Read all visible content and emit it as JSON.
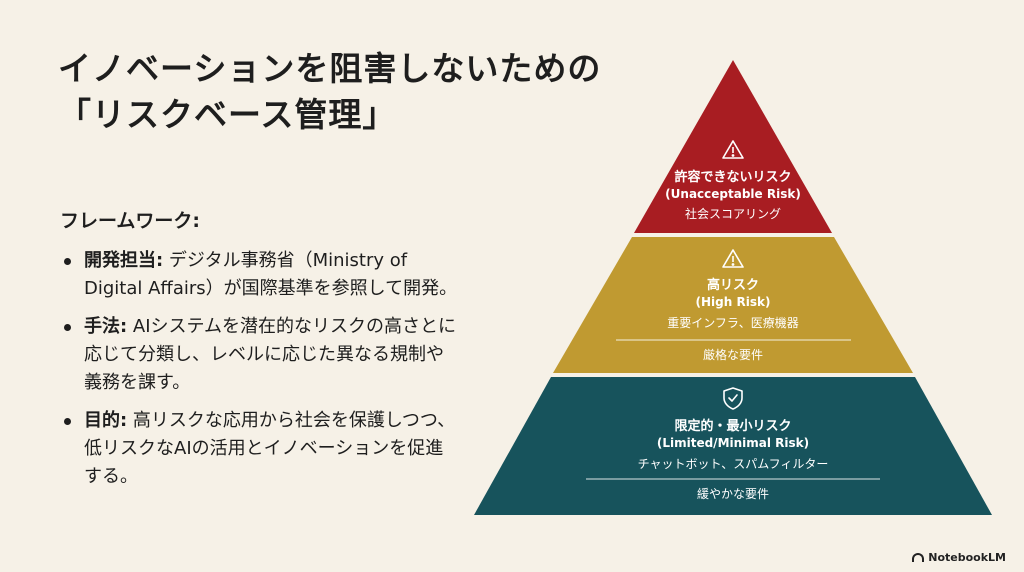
{
  "title": {
    "line1": "イノベーションを阻害しないための",
    "line2": "「リスクベース管理」"
  },
  "framework": {
    "heading": "フレームワーク:",
    "bullets": [
      {
        "label": "開発担当:",
        "text": " デジタル事務省（Ministry of Digital Affairs）が国際基準を参照して開発。"
      },
      {
        "label": "手法:",
        "text": " AIシステムを潜在的なリスクの高さとに応じて分類し、レベルに応じた異なる規制や義務を課す。"
      },
      {
        "label": "目的:",
        "text": " 高リスクな応用から社会を保護しつつ、低リスクなAIの活用とイノベーションを促進する。"
      }
    ]
  },
  "pyramid": {
    "tiers": [
      {
        "name": "許容できないリスク",
        "name_en": "(Unacceptable Risk)",
        "example": "社会スコアリング",
        "requirement": "",
        "icon": "warning-icon",
        "color": "#a81d22"
      },
      {
        "name": "高リスク",
        "name_en": "(High Risk)",
        "example": "重要インフラ、医療機器",
        "requirement": "厳格な要件",
        "icon": "warning-icon",
        "color": "#c09a31"
      },
      {
        "name": "限定的・最小リスク",
        "name_en": "(Limited/Minimal Risk)",
        "example": "チャットボット、スパムフィルター",
        "requirement": "緩やかな要件",
        "icon": "shield-check-icon",
        "color": "#17535c"
      }
    ]
  },
  "brand": {
    "label": "NotebookLM"
  }
}
